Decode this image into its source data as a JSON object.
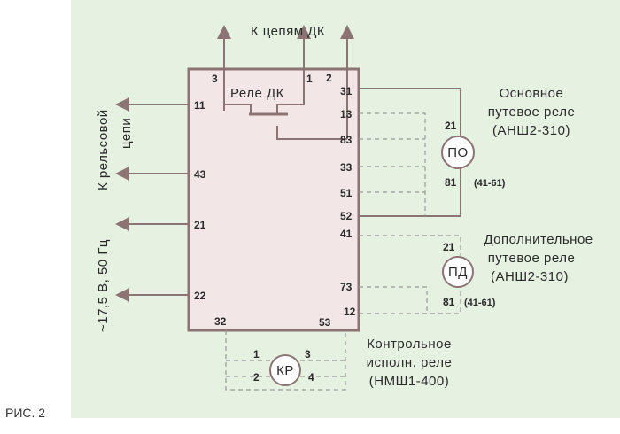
{
  "figure_label": "РИС. 2",
  "top_label": "К цепям ДК",
  "relay_dk_label": "Реле ДК",
  "relay_dk_pins": [
    "3",
    "1",
    "2"
  ],
  "left_pins": [
    "11",
    "43",
    "21",
    "22"
  ],
  "right_pins": [
    "31",
    "13",
    "83",
    "33",
    "51",
    "52",
    "41",
    "73",
    "12"
  ],
  "bottom_pins": [
    "32",
    "53"
  ],
  "left_label_voltage": "~17,5 В, 50 Гц",
  "left_label_rail_1": "К рельсовой",
  "left_label_rail_2": "цепи",
  "po_relay": {
    "symbol": "ПО",
    "pin_top": "21",
    "pin_bottom": "81",
    "alt_pins": "(41-61)",
    "title_1": "Основное",
    "title_2": "путевое реле",
    "model": "(АНШ2-310)"
  },
  "pd_relay": {
    "symbol": "ПД",
    "pin_top": "21",
    "pin_bottom": "81",
    "alt_pins": "(41-61)",
    "title_1": "Дополнительное",
    "title_2": "путевое реле",
    "model": "(АНШ2-310)"
  },
  "kr_relay": {
    "symbol": "КР",
    "pins": [
      "1",
      "3",
      "2",
      "4"
    ],
    "title_1": "Контрольное",
    "title_2": "исполн. реле",
    "model": "(НМШ1-400)"
  },
  "colors": {
    "background": "#e5f1e1",
    "box_fill": "#f2e6e6",
    "box_stroke": "#8c7474",
    "wire": "#8c7474"
  }
}
